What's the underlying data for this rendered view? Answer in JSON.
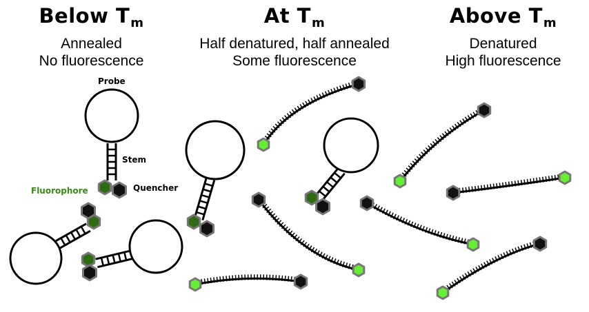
{
  "columns": [
    {
      "title": "Below T",
      "subscript": "m",
      "lines": [
        "Annealed",
        "No fluorescence"
      ]
    },
    {
      "title": "At T",
      "subscript": "m",
      "lines": [
        "Half denatured, half annealed",
        "Some fluorescence"
      ]
    },
    {
      "title": "Above T",
      "subscript": "m",
      "lines": [
        "Denatured",
        "High fluorescence"
      ]
    }
  ],
  "labels": {
    "probe": "Probe",
    "stem": "Stem",
    "fluorophore": "Fluorophore",
    "quencher": "Quencher"
  },
  "colors": {
    "fluorophore_quenched": "#2e6b12",
    "fluorophore_bright": "#66ee33",
    "quencher": "#111111",
    "fluorophore_label": "#3a8a18"
  }
}
